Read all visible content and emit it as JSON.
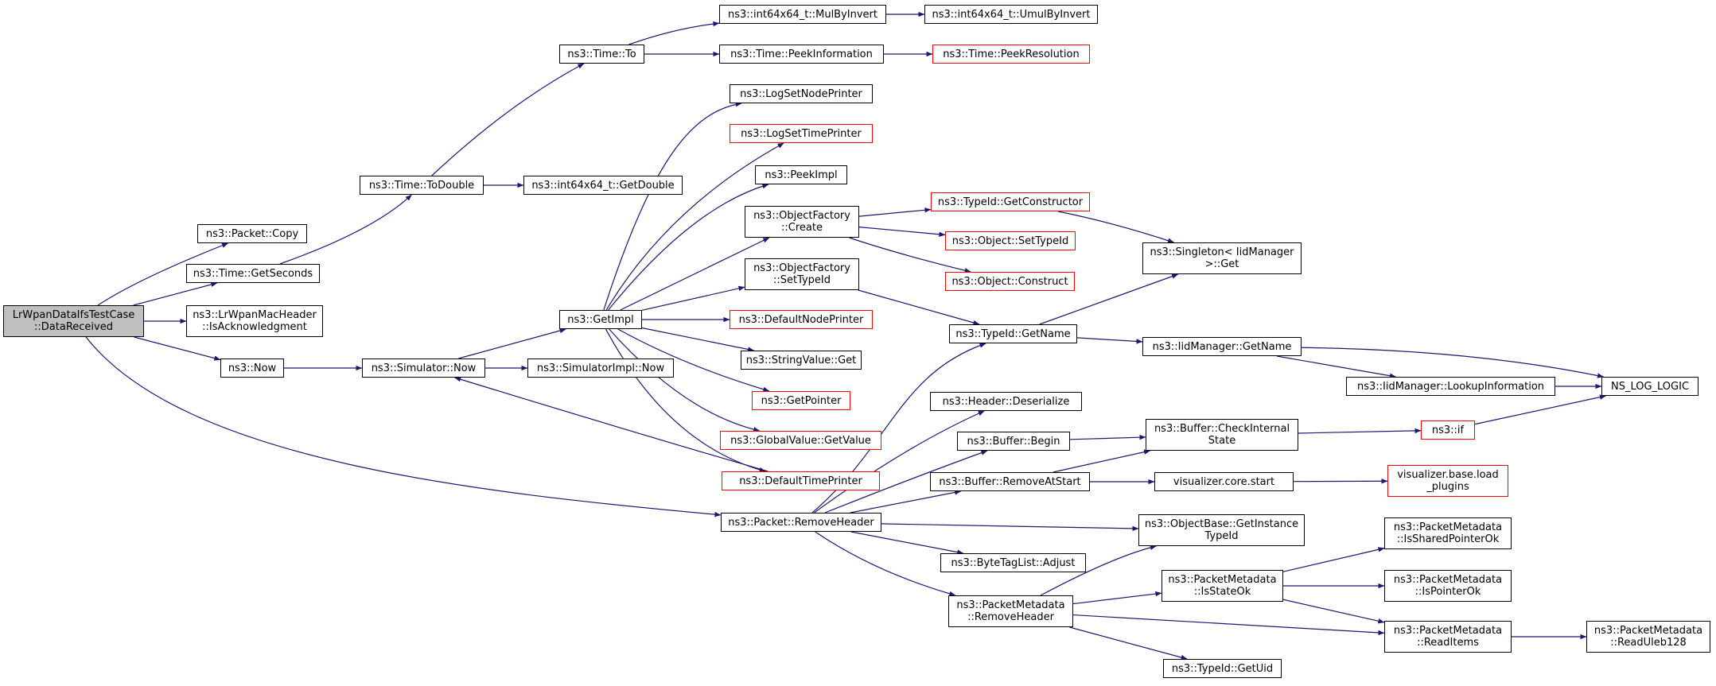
{
  "colors": {
    "edge": "#191970",
    "border": "#000000",
    "truncated_border": "#ff0000",
    "root_fill": "#bfbfbf",
    "background": "#ffffff"
  },
  "nodes": {
    "root": [
      "LrWpanDataIfsTestCase",
      "::DataReceived"
    ],
    "packet_copy": [
      "ns3::Packet::Copy"
    ],
    "time_getseconds": [
      "ns3::Time::GetSeconds"
    ],
    "ismacheader": [
      "ns3::LrWpanMacHeader",
      "::IsAcknowledgment"
    ],
    "now": [
      "ns3::Now"
    ],
    "time_todouble": [
      "ns3::Time::ToDouble"
    ],
    "int64_getdouble": [
      "ns3::int64x64_t::GetDouble"
    ],
    "time_to": [
      "ns3::Time::To"
    ],
    "mulbyinvert": [
      "ns3::int64x64_t::MulByInvert"
    ],
    "umulbyinvert": [
      "ns3::int64x64_t::UmulByInvert"
    ],
    "peekinformation": [
      "ns3::Time::PeekInformation"
    ],
    "peekresolution": [
      "ns3::Time::PeekResolution"
    ],
    "simulator_now": [
      "ns3::Simulator::Now"
    ],
    "simulatorimpl_now": [
      "ns3::SimulatorImpl::Now"
    ],
    "getimpl": [
      "ns3::GetImpl"
    ],
    "logsetnodeprinter": [
      "ns3::LogSetNodePrinter"
    ],
    "logsettimeprinter": [
      "ns3::LogSetTimePrinter"
    ],
    "peekimpl": [
      "ns3::PeekImpl"
    ],
    "of_create": [
      "ns3::ObjectFactory",
      "::Create"
    ],
    "of_settypeid": [
      "ns3::ObjectFactory",
      "::SetTypeId"
    ],
    "defaultnodeprinter": [
      "ns3::DefaultNodePrinter"
    ],
    "stringvalue_get": [
      "ns3::StringValue::Get"
    ],
    "getpointer": [
      "ns3::GetPointer"
    ],
    "globalvalue_getvalue": [
      "ns3::GlobalValue::GetValue"
    ],
    "defaulttimeprinter": [
      "ns3::DefaultTimePrinter"
    ],
    "typeid_getconstructor": [
      "ns3::TypeId::GetConstructor"
    ],
    "object_settypeid": [
      "ns3::Object::SetTypeId"
    ],
    "object_construct": [
      "ns3::Object::Construct"
    ],
    "singleton_get": [
      "ns3::Singleton< IidManager",
      ">::Get"
    ],
    "typeid_getname": [
      "ns3::TypeId::GetName"
    ],
    "iidmanager_getname": [
      "ns3::IidManager::GetName"
    ],
    "iidmanager_lookup": [
      "ns3::IidManager::LookupInformation"
    ],
    "ns_log_logic": [
      "NS_LOG_LOGIC"
    ],
    "header_deserialize": [
      "ns3::Header::Deserialize"
    ],
    "buffer_begin": [
      "ns3::Buffer::Begin"
    ],
    "buffer_checkinternal": [
      "ns3::Buffer::CheckInternal",
      "State"
    ],
    "ns3_if": [
      "ns3::if"
    ],
    "buffer_removeatstart": [
      "ns3::Buffer::RemoveAtStart"
    ],
    "viz_core_start": [
      "visualizer.core.start"
    ],
    "viz_base_load": [
      "visualizer.base.load",
      "_plugins"
    ],
    "packet_removeheader": [
      "ns3::Packet::RemoveHeader"
    ],
    "objectbase_getinstance": [
      "ns3::ObjectBase::GetInstance",
      "TypeId"
    ],
    "bytetaglist_adjust": [
      "ns3::ByteTagList::Adjust"
    ],
    "pm_removeheader": [
      "ns3::PacketMetadata",
      "::RemoveHeader"
    ],
    "pm_isstateok": [
      "ns3::PacketMetadata",
      "::IsStateOk"
    ],
    "pm_issharedpointerok": [
      "ns3::PacketMetadata",
      "::IsSharedPointerOk"
    ],
    "pm_ispointerok": [
      "ns3::PacketMetadata",
      "::IsPointerOk"
    ],
    "pm_readitems": [
      "ns3::PacketMetadata",
      "::ReadItems"
    ],
    "pm_readuleb128": [
      "ns3::PacketMetadata",
      "::ReadUleb128"
    ],
    "typeid_getuid": [
      "ns3::TypeId::GetUid"
    ]
  }
}
